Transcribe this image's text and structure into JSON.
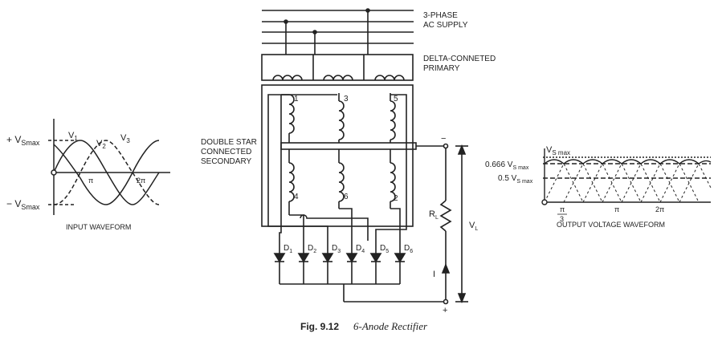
{
  "labels": {
    "supply_line1": "3-PHASE",
    "supply_line2": "AC SUPPLY",
    "primary_line1": "DELTA-CONNETED",
    "primary_line2": "PRIMARY",
    "secondary_line1": "DOUBLE STAR",
    "secondary_line2": "CONNECTED",
    "secondary_line3": "SECONDARY",
    "input_waveform": "INPUT WAVEFORM",
    "output_waveform": "OUTPUT VOLTAGE WAVEFORM",
    "figure_number": "Fig. 9.12",
    "figure_title": "6-Anode Rectifier"
  },
  "input_graph": {
    "plus_vsmax": "+ V",
    "plus_vsmax_sub": "Smax",
    "minus_vsmax": "− V",
    "minus_vsmax_sub": "Smax",
    "pi": "π",
    "two_pi": "2π",
    "v1": "V",
    "v1_sub": "1",
    "v2": "V",
    "v2_sub": "2",
    "v3": "V",
    "v3_sub": "3"
  },
  "output_graph": {
    "top": "V",
    "top_sub": "S max",
    "level_0666": "0.666 V",
    "level_0666_sub": "S max",
    "level_05": "0.5 V",
    "level_05_sub": "S max",
    "pi_over_3_num": "π",
    "pi_over_3_den": "3",
    "pi": "π",
    "two_pi": "2π"
  },
  "circuit": {
    "winding_labels": [
      "1",
      "3",
      "5",
      "4",
      "6",
      "2"
    ],
    "diodes": [
      {
        "d": "D",
        "sub": "1"
      },
      {
        "d": "D",
        "sub": "2"
      },
      {
        "d": "D",
        "sub": "3"
      },
      {
        "d": "D",
        "sub": "4"
      },
      {
        "d": "D",
        "sub": "5"
      },
      {
        "d": "D",
        "sub": "6"
      }
    ],
    "rl": "R",
    "rl_sub": "L",
    "vl": "V",
    "vl_sub": "L",
    "current": "I",
    "minus": "−",
    "plus": "+"
  }
}
